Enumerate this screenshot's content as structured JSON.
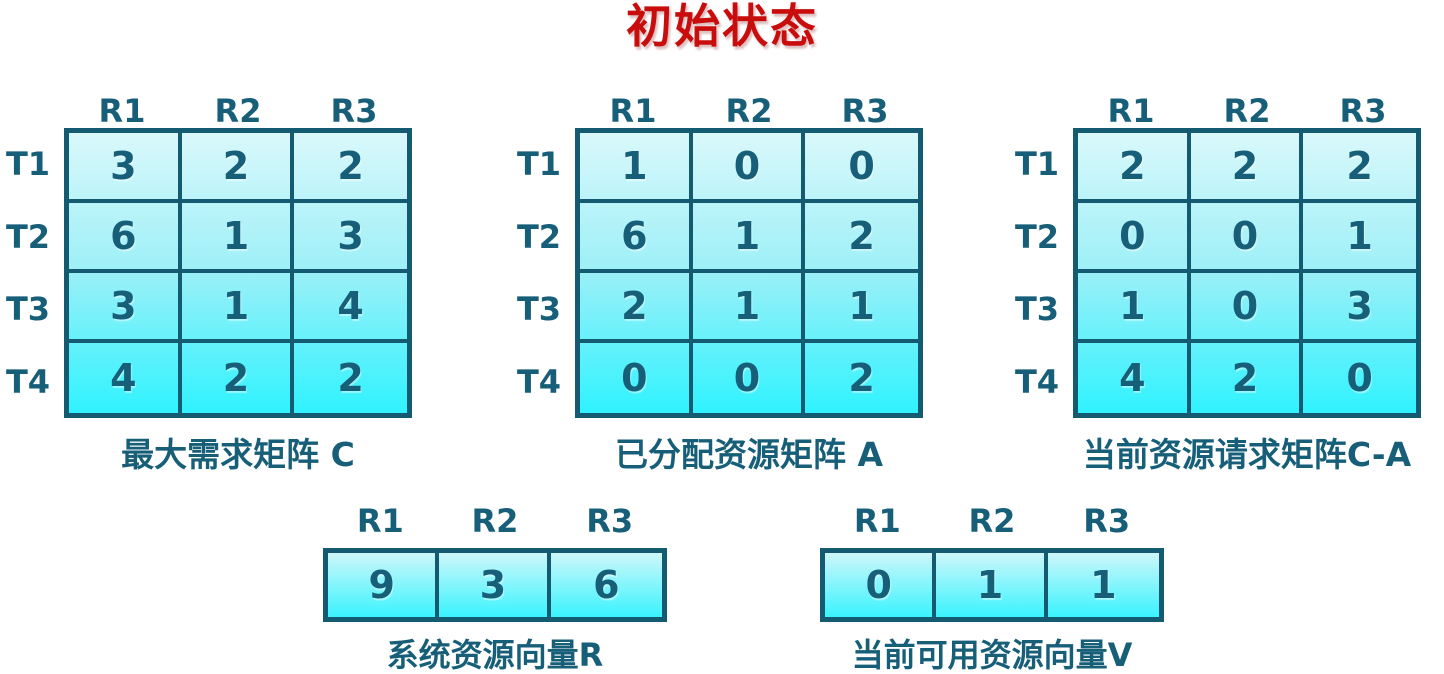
{
  "title": "初始状态",
  "colors": {
    "title_red": "#c90d0d",
    "teal_text": "#175e78",
    "border_teal": "#145a70",
    "cell_gradient_top": "#d9f8fb",
    "cell_gradient_bottom": "#2ff2fe",
    "background": "#ffffff"
  },
  "matrices": [
    {
      "id": "C",
      "caption": "最大需求矩阵 C",
      "col_headers": [
        "R1",
        "R2",
        "R3"
      ],
      "row_headers": [
        "T1",
        "T2",
        "T3",
        "T4"
      ],
      "rows": [
        [
          3,
          2,
          2
        ],
        [
          6,
          1,
          3
        ],
        [
          3,
          1,
          4
        ],
        [
          4,
          2,
          2
        ]
      ]
    },
    {
      "id": "A",
      "caption": "已分配资源矩阵 A",
      "col_headers": [
        "R1",
        "R2",
        "R3"
      ],
      "row_headers": [
        "T1",
        "T2",
        "T3",
        "T4"
      ],
      "rows": [
        [
          1,
          0,
          0
        ],
        [
          6,
          1,
          2
        ],
        [
          2,
          1,
          1
        ],
        [
          0,
          0,
          2
        ]
      ]
    },
    {
      "id": "C-A",
      "caption": "当前资源请求矩阵C-A",
      "col_headers": [
        "R1",
        "R2",
        "R3"
      ],
      "row_headers": [
        "T1",
        "T2",
        "T3",
        "T4"
      ],
      "rows": [
        [
          2,
          2,
          2
        ],
        [
          0,
          0,
          1
        ],
        [
          1,
          0,
          3
        ],
        [
          4,
          2,
          0
        ]
      ]
    }
  ],
  "vectors": [
    {
      "id": "R",
      "caption": "系统资源向量R",
      "col_headers": [
        "R1",
        "R2",
        "R3"
      ],
      "values": [
        9,
        3,
        6
      ]
    },
    {
      "id": "V",
      "caption": "当前可用资源向量V",
      "col_headers": [
        "R1",
        "R2",
        "R3"
      ],
      "values": [
        0,
        1,
        1
      ]
    }
  ]
}
